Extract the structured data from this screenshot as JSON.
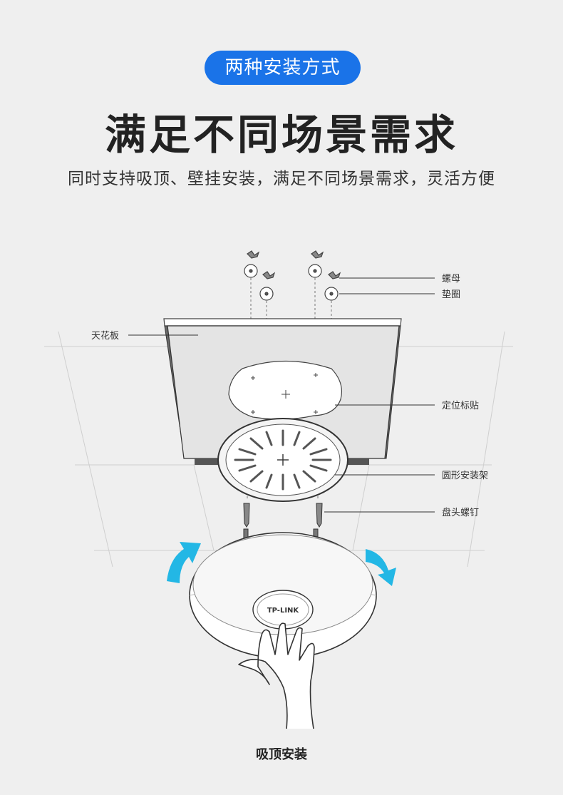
{
  "badge": {
    "label": "两种安装方式"
  },
  "headline": "满足不同场景需求",
  "subline": "同时支持吸顶、壁挂安装，满足不同场景需求，灵活方便",
  "labels": {
    "nut": "螺母",
    "washer": "垫圈",
    "ceiling": "天花板",
    "positioning_sticker": "定位标贴",
    "round_bracket": "圆形安装架",
    "pan_head_screw": "盘头螺钉"
  },
  "logo_text": "TP-LINK",
  "caption": "吸顶安装",
  "colors": {
    "badge_bg": "#1a73e8",
    "arrow": "#23b7e5",
    "ceiling_face": "#e8e8e8",
    "background": "#efefef"
  }
}
